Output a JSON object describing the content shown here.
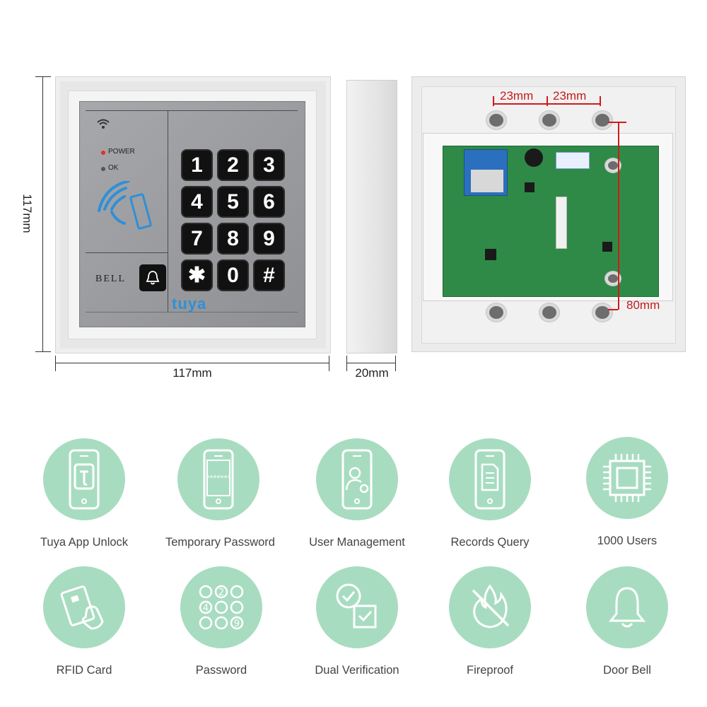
{
  "dimensions": {
    "height": "117mm",
    "width": "117mm",
    "depth": "20mm",
    "hole_spacing_left": "23mm",
    "hole_spacing_right": "23mm",
    "hole_spacing_vertical": "80mm"
  },
  "device": {
    "power_label": "POWER",
    "ok_label": "OK",
    "bell_label": "BELL",
    "brand": "tuya",
    "keys": [
      "1",
      "2",
      "3",
      "4",
      "5",
      "6",
      "7",
      "8",
      "9",
      "✱",
      "0",
      "#"
    ]
  },
  "colors": {
    "feature_circle": "#a8dcc0",
    "dimension_red": "#c41a1a",
    "pcb_green": "#2f8a47"
  },
  "features": [
    {
      "label": "Tuya App Unlock",
      "icon": "tuya-phone-icon"
    },
    {
      "label": "Temporary Password",
      "icon": "password-phone-icon"
    },
    {
      "label": "User Management",
      "icon": "user-settings-phone-icon"
    },
    {
      "label": "Records Query",
      "icon": "document-phone-icon"
    },
    {
      "label": "1000 Users",
      "icon": "chip-icon"
    },
    {
      "label": "RFID Card",
      "icon": "rfid-card-icon"
    },
    {
      "label": "Password",
      "icon": "number-pad-icon"
    },
    {
      "label": "Dual Verification",
      "icon": "double-check-icon"
    },
    {
      "label": "Fireproof",
      "icon": "no-fire-icon"
    },
    {
      "label": "Door Bell",
      "icon": "bell-icon"
    }
  ]
}
